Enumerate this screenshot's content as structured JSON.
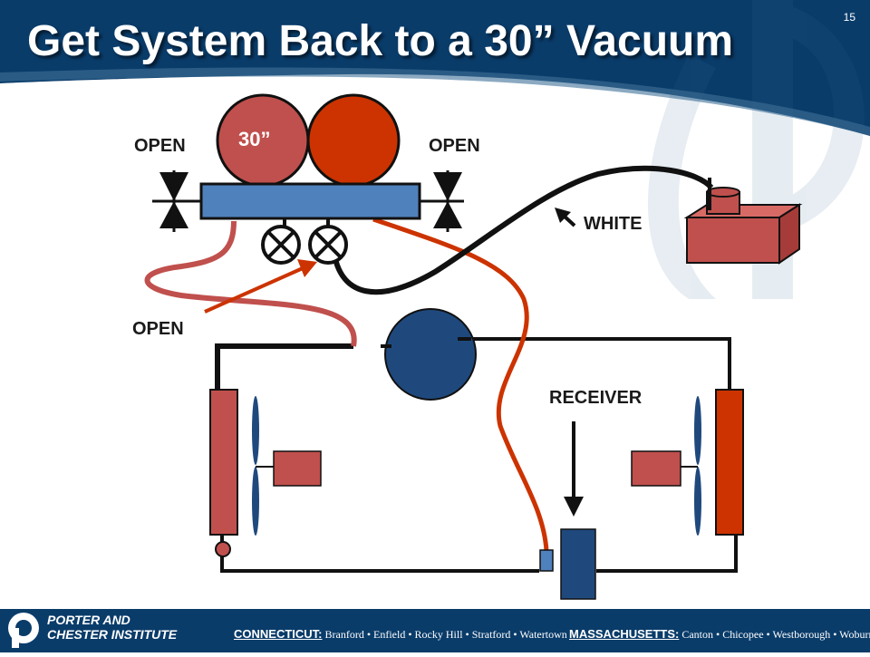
{
  "slide": {
    "title": "Get System Back to a 30” Vacuum",
    "number": "15"
  },
  "diagram": {
    "gauge_reading": "30”",
    "left_valve_label": "OPEN",
    "right_valve_label": "OPEN",
    "manifold_valves_label": "OPEN",
    "hose_label": "WHITE",
    "receiver_label": "RECEIVER"
  },
  "footer": {
    "brand_line1": "PORTER AND",
    "brand_line2": "CHESTER INSTITUTE",
    "ct_label": "CONNECTICUT:",
    "ct_towns": "Branford • Enfield • Rocky Hill • Stratford • Watertown",
    "ma_label": "MASSACHUSETTS:",
    "ma_towns": "Canton • Chicopee • Westborough • Woburn"
  },
  "colors": {
    "header_blue": "#0a3c6a",
    "gauge_low": "#c0504d",
    "gauge_high": "#cc3300",
    "manifold": "#4f81bd",
    "compressor": "#1f497d",
    "vacuum_pump": "#c0504d"
  }
}
